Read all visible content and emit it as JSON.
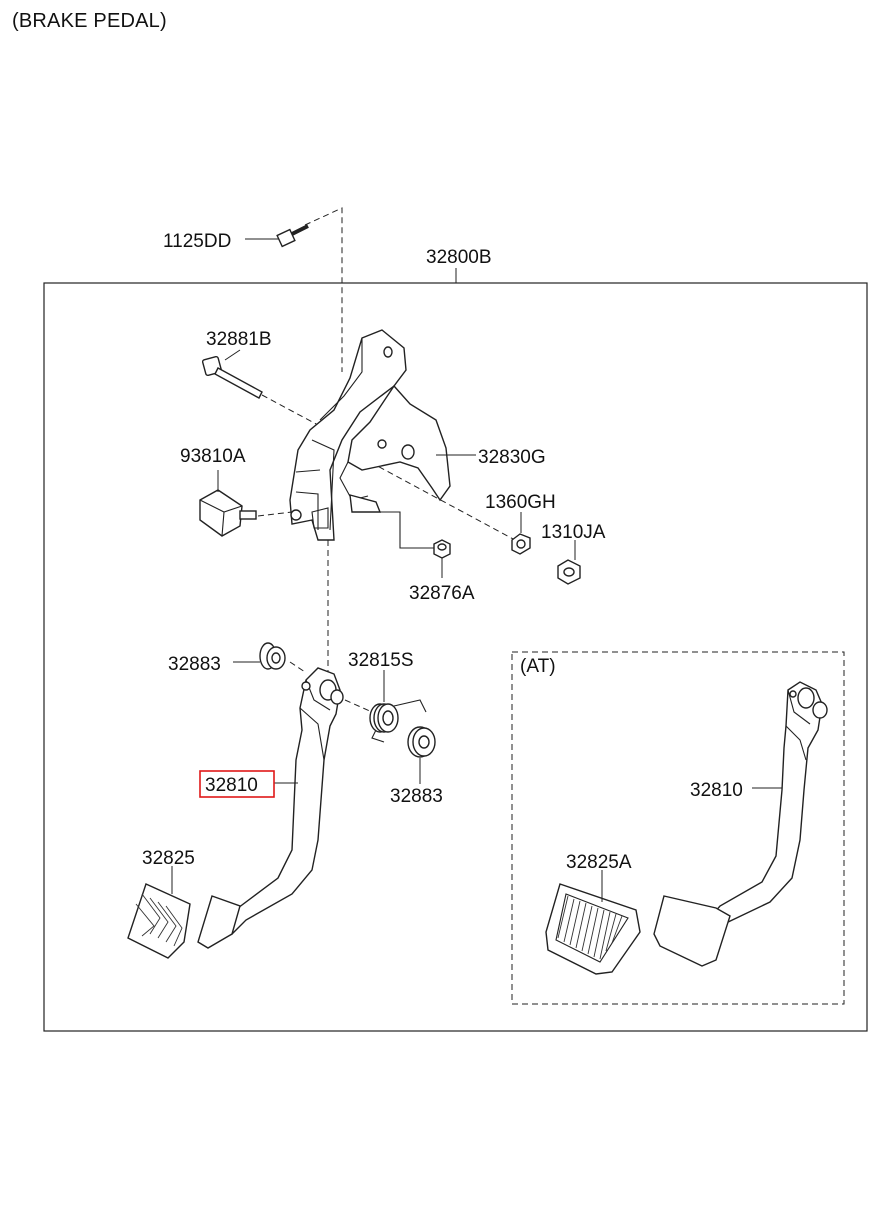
{
  "page": {
    "title": "(BRAKE PEDAL)"
  },
  "labels": {
    "bolt_1125dd": "1125DD",
    "assembly_32800b": "32800B",
    "bolt_32881b": "32881B",
    "switch_93810a": "93810A",
    "bracket_32830g": "32830G",
    "nut_1360gh": "1360GH",
    "nut_1310ja": "1310JA",
    "bushing_32876a": "32876A",
    "bushing_32883_left": "32883",
    "spring_32815s": "32815S",
    "pedal_32810": "32810",
    "bushing_32883_right": "32883",
    "pad_32825": "32825",
    "at_section": "(AT)",
    "at_pedal_32810": "32810",
    "at_pad_32825a": "32825A"
  },
  "highlight": {
    "part": "32810",
    "color": "#e01818"
  }
}
